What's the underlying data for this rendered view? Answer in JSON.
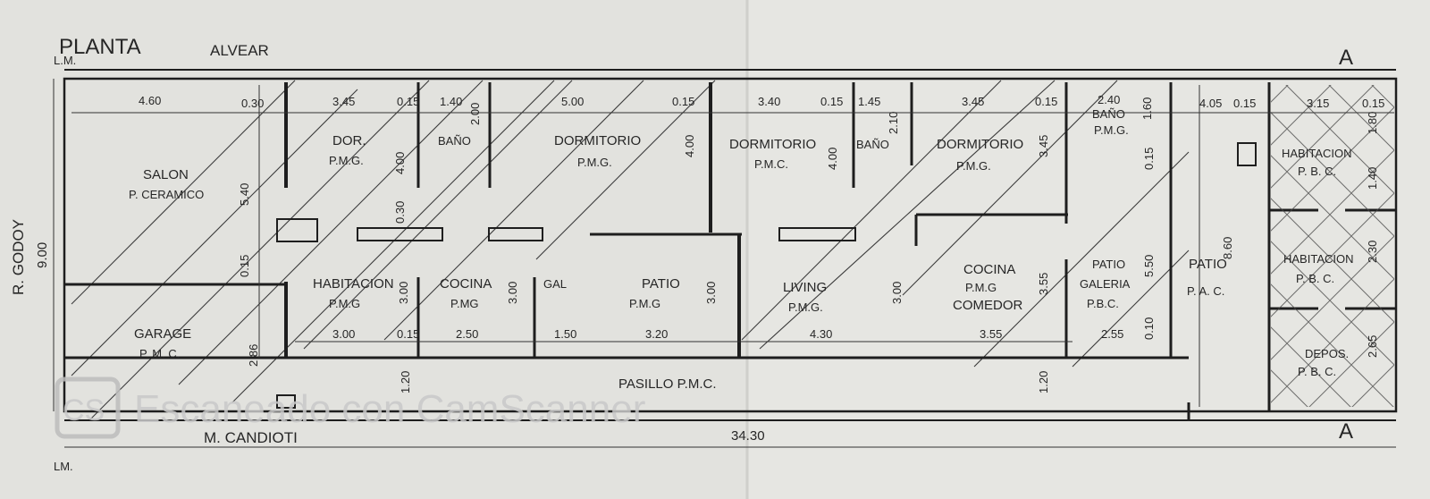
{
  "title": "PLANTA",
  "streets": {
    "top": "ALVEAR",
    "bottom": "M. CANDIOTI",
    "left": "R. GODOY"
  },
  "markers": {
    "lm_top": "L.M.",
    "lm_bottom": "LM.",
    "section_top": "A",
    "section_bottom": "A"
  },
  "overall": {
    "length": "34.30",
    "depth": "9.00"
  },
  "rooms": [
    {
      "name": "SALON",
      "floor": "P. CERAMICO"
    },
    {
      "name": "GARAGE",
      "floor": "P. M. C."
    },
    {
      "name": "DOR.",
      "floor": "P.M.G."
    },
    {
      "name": "BAÑO",
      "floor": ""
    },
    {
      "name": "HABITACION",
      "floor": "P.M.G"
    },
    {
      "name": "COCINA",
      "floor": "P.MG"
    },
    {
      "name": "GAL",
      "floor": ""
    },
    {
      "name": "DORMITORIO",
      "floor": "P.M.G."
    },
    {
      "name": "PATIO",
      "floor": "P.M.G"
    },
    {
      "name": "DORMITORIO",
      "floor": "P.M.C."
    },
    {
      "name": "BAÑO",
      "floor": ""
    },
    {
      "name": "LIVING",
      "floor": "P.M.G."
    },
    {
      "name": "DORMITORIO",
      "floor": "P.M.G."
    },
    {
      "name": "COCINA",
      "floor": "P.M.G"
    },
    {
      "name": "COMEDOR",
      "floor": ""
    },
    {
      "name": "BAÑO",
      "floor": "P.M.G."
    },
    {
      "name": "PATIO",
      "floor": "GALERIA"
    },
    {
      "name": "P.B.C.",
      "floor": ""
    },
    {
      "name": "PATIO",
      "floor": "P. A. C."
    },
    {
      "name": "HABITACION",
      "floor": "P. B. C."
    },
    {
      "name": "HABITACION",
      "floor": "P. B. C."
    },
    {
      "name": "DEPOS.",
      "floor": "P. B. C."
    }
  ],
  "corridor": "PASILLO P.M.C.",
  "dimensions": {
    "top_row": [
      "4.60",
      "0.30",
      "3.45",
      "0.15",
      "1.40",
      "5.00",
      "0.15",
      "3.40",
      "0.15",
      "1.45",
      "3.45",
      "0.15",
      "2.40",
      "4.05",
      "0.15",
      "3.15",
      "0.15"
    ],
    "bottom_row": [
      "3.00",
      "0.15",
      "2.50",
      "1.50",
      "3.20",
      "4.30",
      "3.55",
      "2.55"
    ],
    "vertical": [
      "5.40",
      "0.15",
      "2.86",
      "2.00",
      "4.00",
      "0.30",
      "3.00",
      "3.00",
      "4.00",
      "4.00",
      "2.10",
      "3.45",
      "3.00",
      "3.55",
      "1.60",
      "0.15",
      "5.50",
      "8.60",
      "1.80",
      "1.40",
      "2.30",
      "2.65",
      "3.00",
      "0.10",
      "1.20",
      "1.20"
    ]
  },
  "watermark": {
    "logo": "CS",
    "text": "Escaneado con CamScanner"
  }
}
